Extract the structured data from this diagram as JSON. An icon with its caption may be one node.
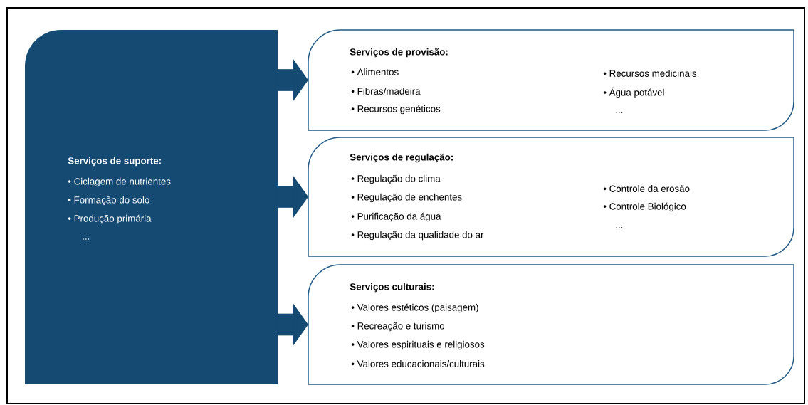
{
  "diagram": {
    "nodes": [
      {
        "text": [
          "Serviços de suporte:",
          "• Ciclagem de nutrientes",
          "• Formação do solo",
          "• Produção primária",
          "..."
        ]
      },
      {
        "text": [
          "Serviços de provisão:",
          "• Alimentos",
          "• Fibras/madeira",
          "• Recursos genéticos",
          "• Recursos medicinais",
          "• Água potável",
          "..."
        ]
      },
      {
        "text": [
          "Serviços de regulação:",
          "• Regulação do clima",
          "• Regulação de enchentes",
          "• Purificação da água",
          "• Regulação da qualidade do ar",
          "• Controle da erosão",
          "• Controle Biológico",
          "..."
        ]
      },
      {
        "text": [
          "Serviços culturais:",
          "• Valores estéticos (paisagem)",
          "• Recreação e turismo",
          "• Valores espirituais e religiosos",
          "• Valores educacionais/culturais"
        ]
      }
    ],
    "edges": [
      {
        "from": 0,
        "to": 1,
        "arrow": "to"
      },
      {
        "from": 0,
        "to": 2,
        "arrow": "to"
      },
      {
        "from": 0,
        "to": 3,
        "arrow": "to"
      }
    ]
  }
}
